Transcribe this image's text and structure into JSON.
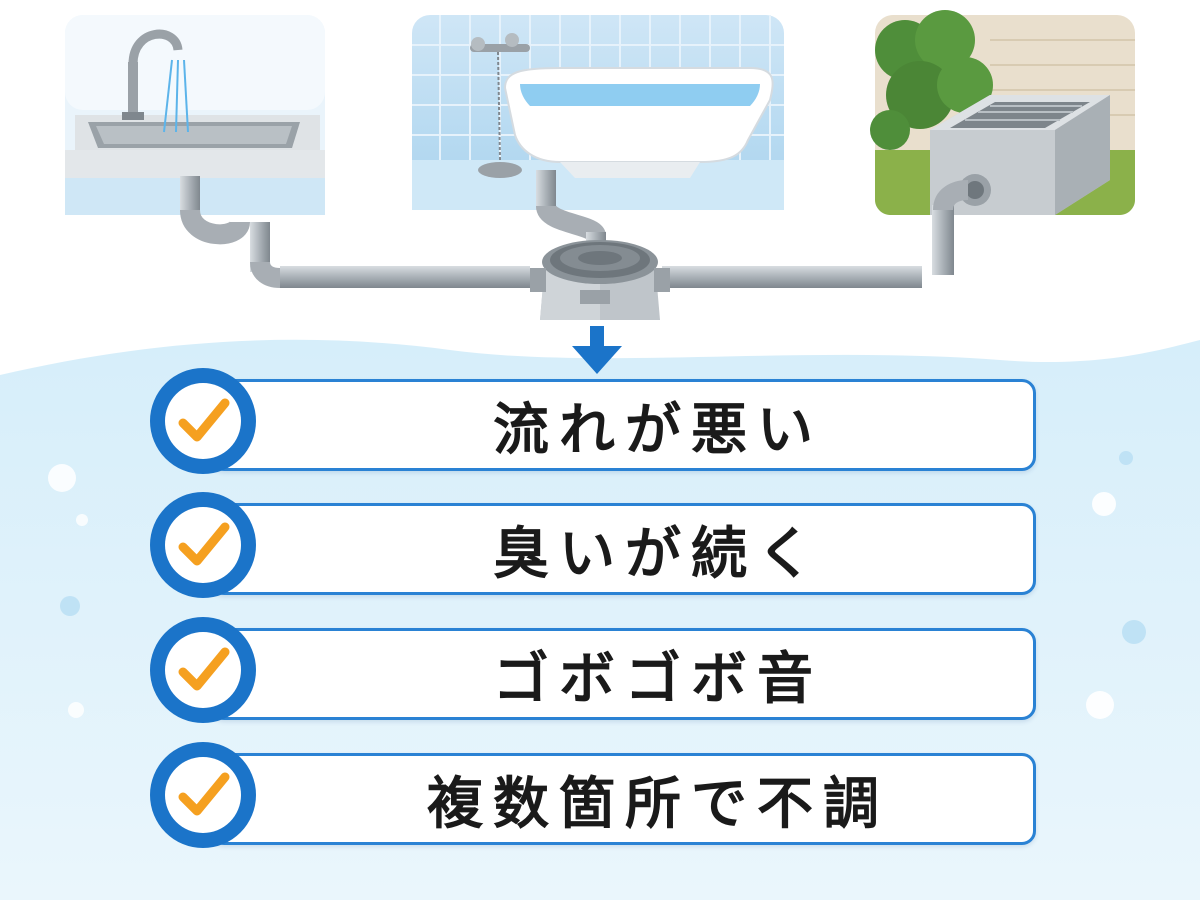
{
  "checklist": {
    "items": [
      {
        "label": "流れが悪い"
      },
      {
        "label": "臭いが続く"
      },
      {
        "label": "ゴボゴボ音"
      },
      {
        "label": "複数箇所で不調"
      }
    ]
  },
  "colors": {
    "accent_blue": "#1b74c9",
    "check_orange": "#f5a020",
    "pipe_gray": "#a8aeb4",
    "water_light": "#e6f4fc"
  },
  "icons": [
    "kitchen-sink-icon",
    "bathtub-icon",
    "outdoor-drain-icon",
    "drain-basin-icon",
    "down-arrow-icon",
    "checkmark-icon"
  ]
}
